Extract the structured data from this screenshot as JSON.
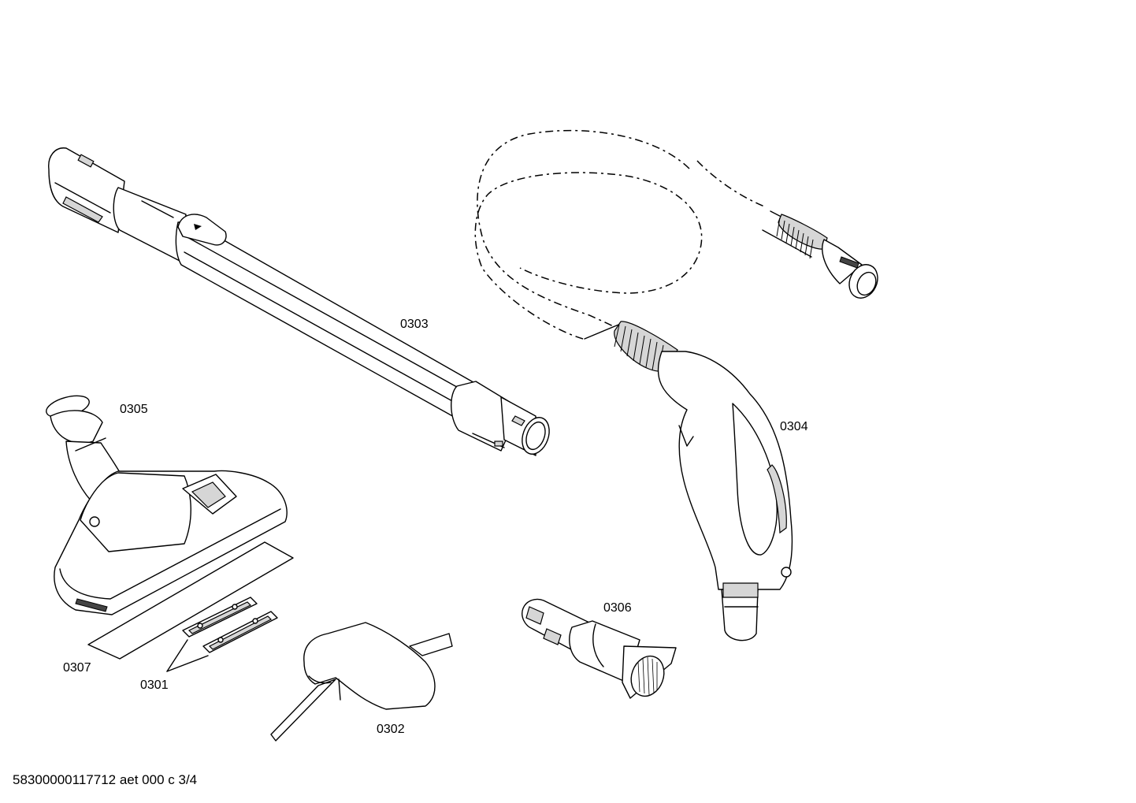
{
  "labels": {
    "tube": "0303",
    "hose": "0304",
    "floor_nozzle": "0305",
    "upholstery_nozzle": "0306",
    "pad": "0307",
    "strips": "0301",
    "crevice_tool": "0302"
  },
  "footer": "58300000117712 aet 000 c 3/4"
}
